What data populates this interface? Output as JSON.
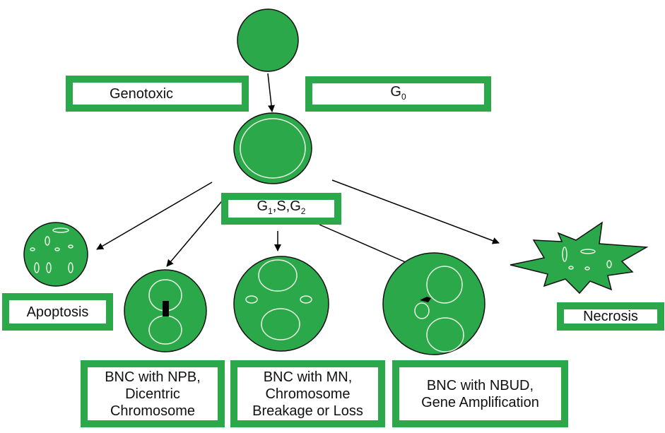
{
  "colors": {
    "cell_fill": "#2aa84a",
    "box_border": "#2aa84a",
    "nucleus": "#e8f5e0"
  },
  "labels": {
    "genotoxic": "Genotoxic",
    "g0": {
      "base": "G",
      "sub": "0"
    },
    "cycle": {
      "g1": "G",
      "g1_sub": "1",
      "s": ",S,",
      "g2": "G",
      "g2_sub": "2"
    },
    "apoptosis": "Apoptosis",
    "necrosis": "Necrosis",
    "npb": [
      "BNC with NPB,",
      "Dicentric",
      "Chromosome"
    ],
    "mn": [
      "BNC with MN,",
      "Chromosome",
      "Breakage or Loss"
    ],
    "nbud": [
      "BNC with NBUD,",
      "Gene Amplification"
    ]
  }
}
